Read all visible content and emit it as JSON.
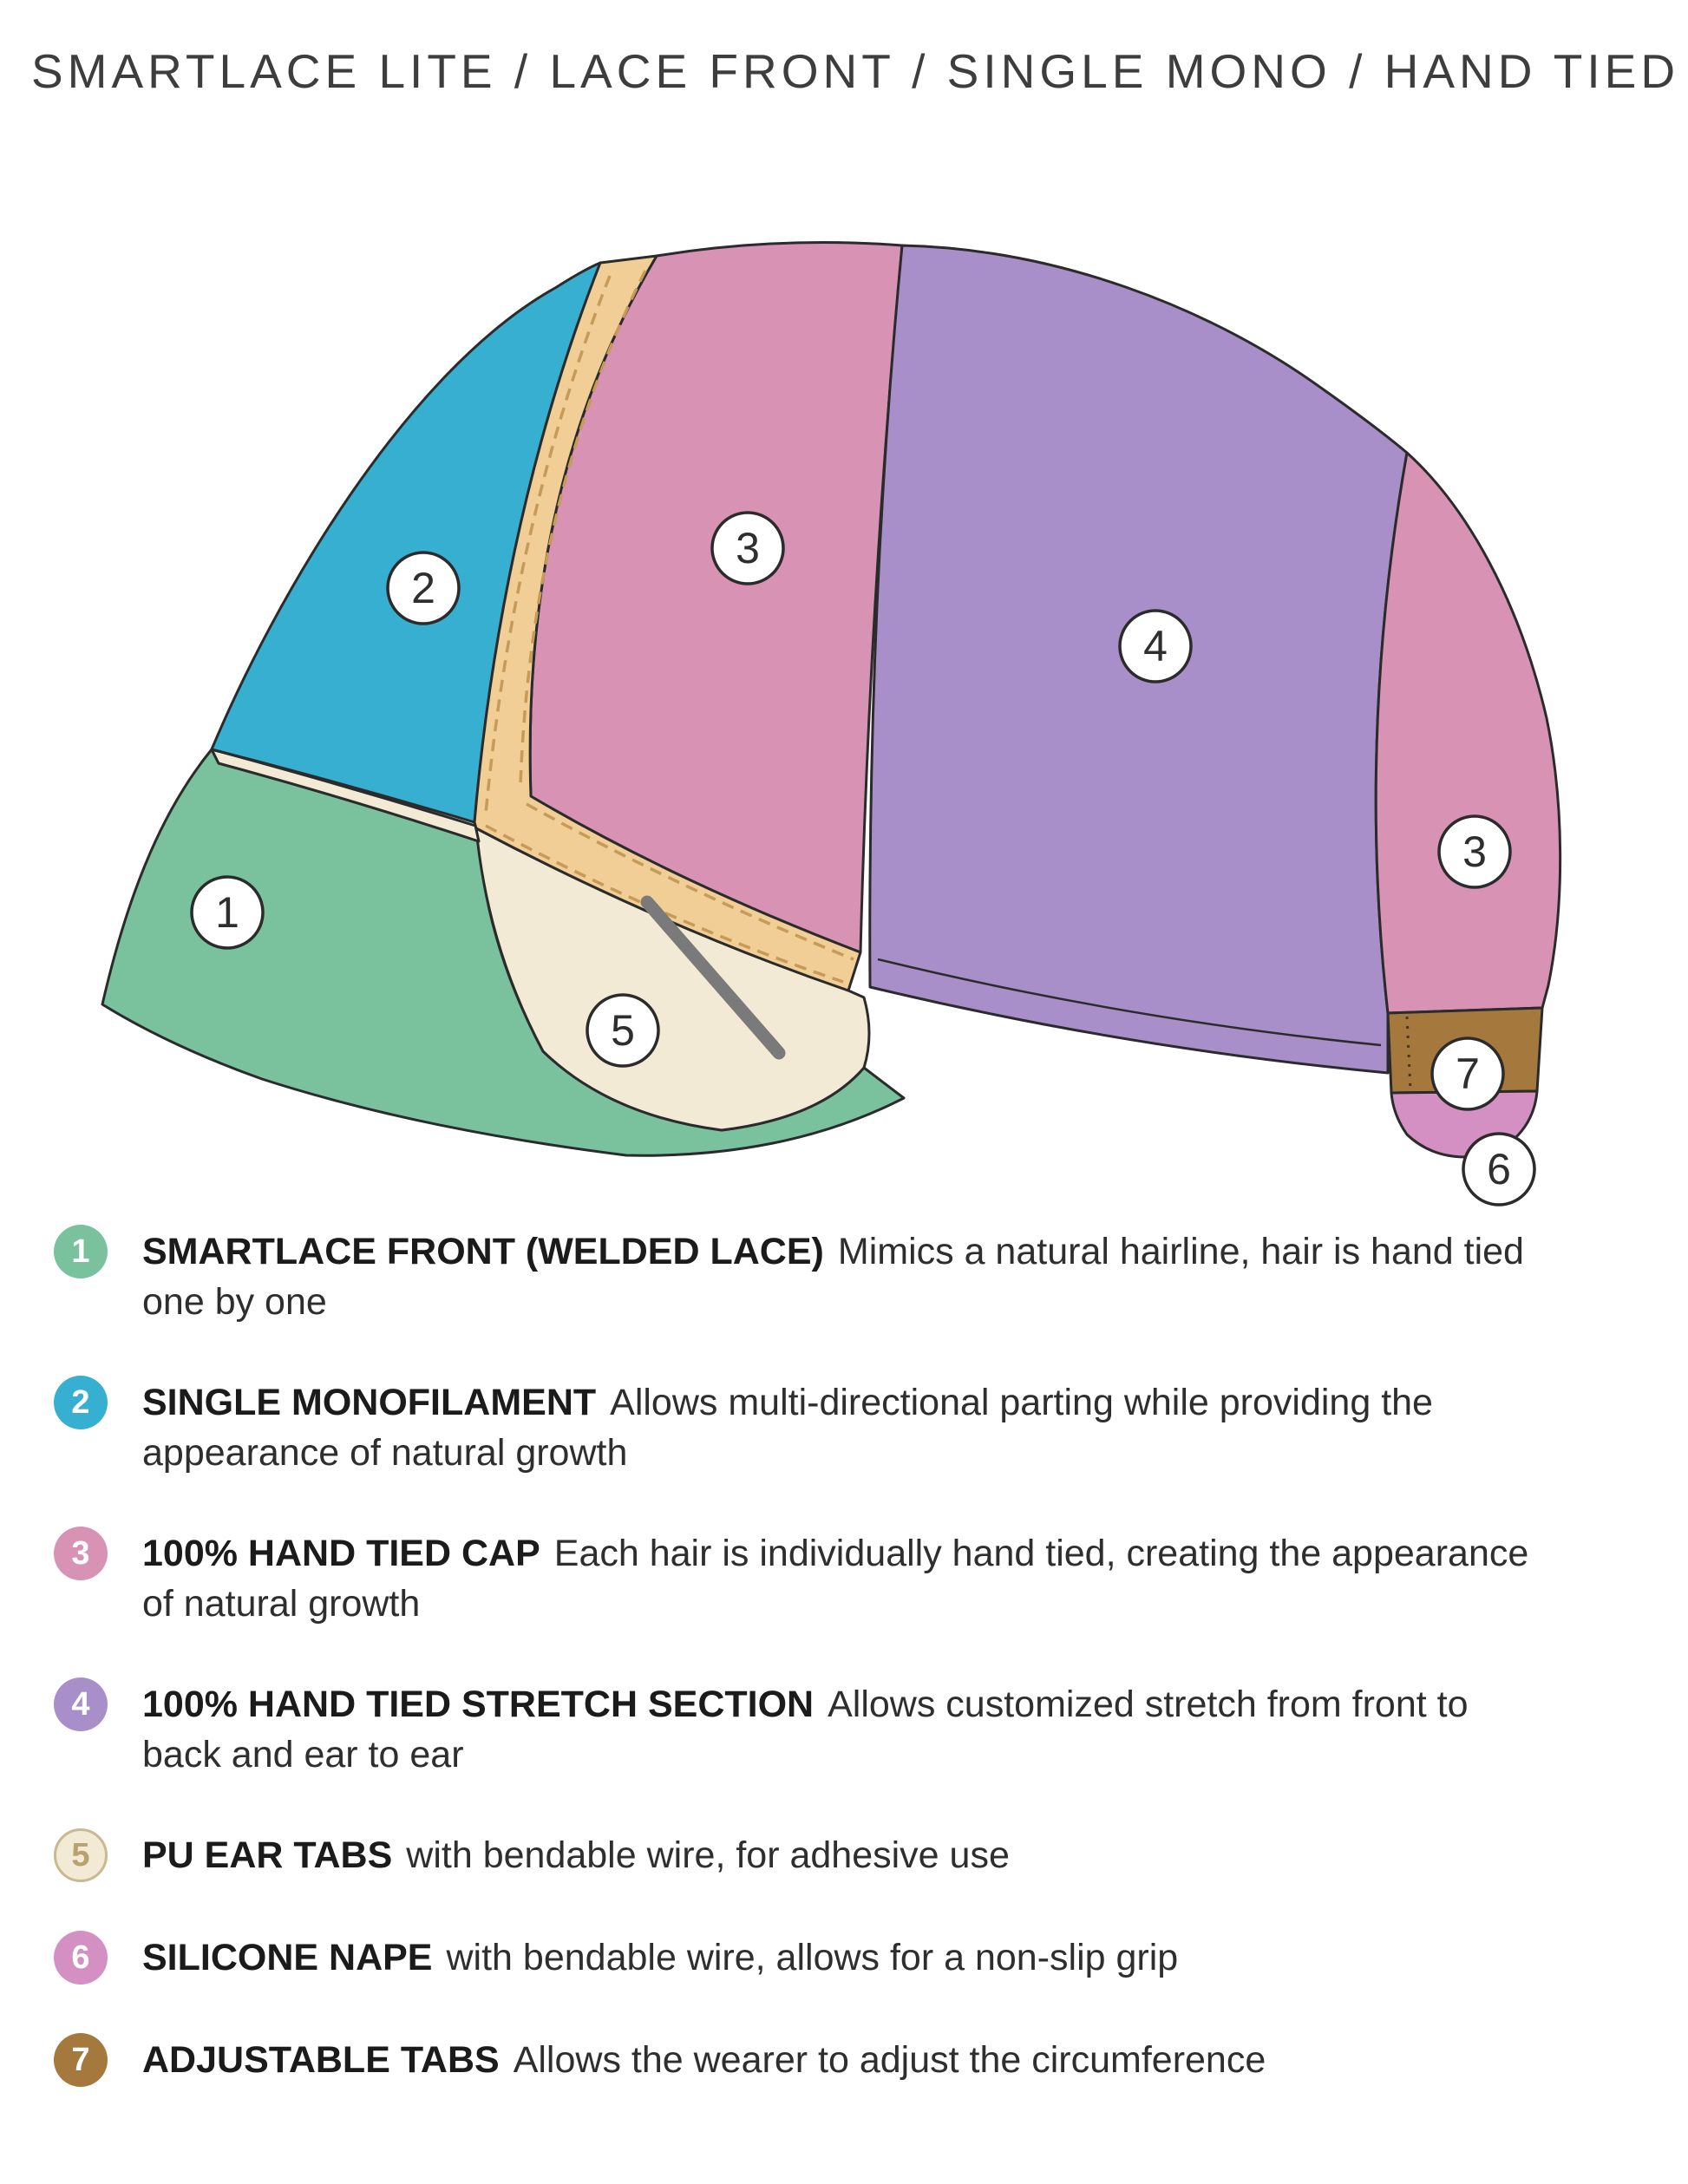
{
  "title": "SMARTLACE LITE / LACE FRONT / SINGLE MONO / HAND TIED",
  "colors": {
    "green": "#79C29D",
    "teal": "#36AFD0",
    "pink": "#D892B4",
    "purple": "#A98FC9",
    "cream": "#F3EAD5",
    "nape_pink": "#D490C3",
    "brown": "#A5793E",
    "band": "#F0CE96",
    "stitch": "#C69A58",
    "outline": "#2B2B2B",
    "wire": "#7A7A7A"
  },
  "diagram": {
    "markers": [
      {
        "number": "1",
        "region": "smartlace-front"
      },
      {
        "number": "2",
        "region": "single-monofilament"
      },
      {
        "number": "3",
        "region": "hand-tied-cap-front"
      },
      {
        "number": "4",
        "region": "stretch-section"
      },
      {
        "number": "3",
        "region": "hand-tied-cap-back"
      },
      {
        "number": "5",
        "region": "pu-ear-tab"
      },
      {
        "number": "7",
        "region": "adjustable-tab"
      },
      {
        "number": "6",
        "region": "silicone-nape"
      }
    ]
  },
  "legend": {
    "items": [
      {
        "number": "1",
        "label": "SMARTLACE FRONT (WELDED LACE)",
        "desc": "Mimics a natural hairline, hair is hand tied one by one",
        "color": "#79C29D"
      },
      {
        "number": "2",
        "label": "SINGLE MONOFILAMENT",
        "desc": "Allows multi-directional parting while providing the appearance of natural growth",
        "color": "#36AFD0"
      },
      {
        "number": "3",
        "label": "100% HAND TIED CAP",
        "desc": "Each hair is individually hand tied, creating the appearance of natural growth",
        "color": "#D892B4"
      },
      {
        "number": "4",
        "label": "100% HAND TIED STRETCH SECTION",
        "desc": "Allows customized stretch from front to back and ear to ear",
        "color": "#A98FC9"
      },
      {
        "number": "5",
        "label": "PU EAR TABS",
        "desc": "with bendable wire, for adhesive use",
        "color": "#F3EAD5"
      },
      {
        "number": "6",
        "label": "SILICONE NAPE",
        "desc": "with bendable wire, allows for a non-slip grip",
        "color": "#D490C3"
      },
      {
        "number": "7",
        "label": "ADJUSTABLE TABS",
        "desc": "Allows the wearer to adjust the circumference",
        "color": "#A5793E"
      }
    ]
  }
}
